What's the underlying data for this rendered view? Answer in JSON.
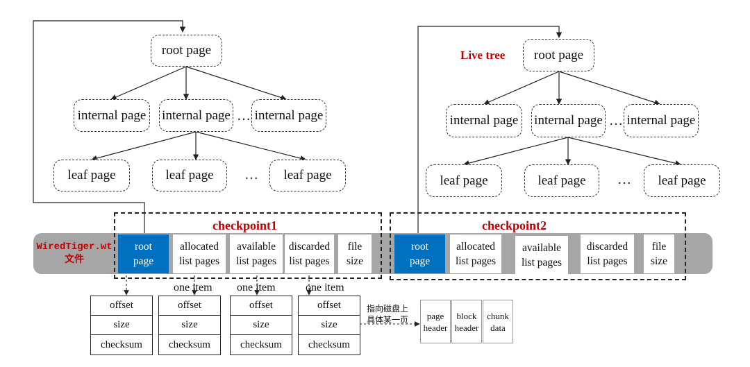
{
  "left_tree": {
    "root": "root page",
    "internal": [
      "internal page",
      "internal page",
      "internal page"
    ],
    "leaves": [
      "leaf page",
      "leaf page",
      "leaf page"
    ],
    "ellipsis": "…"
  },
  "right_tree": {
    "title": "Live tree",
    "root": "root page",
    "internal": [
      "internal page",
      "internal page",
      "internal page"
    ],
    "leaves": [
      "leaf page",
      "leaf page",
      "leaf page"
    ],
    "ellipsis": "…"
  },
  "file": {
    "name_line1": "WiredTiger.wt",
    "name_line2": "文件"
  },
  "checkpoints": [
    {
      "label": "checkpoint1",
      "cells": [
        "root\npage",
        "allocated\nlist pages",
        "available\nlist pages",
        "discarded\nlist pages",
        "file\nsize"
      ]
    },
    {
      "label": "checkpoint2",
      "cells": [
        "root\npage",
        "allocated\nlist pages",
        "available\nlist pages",
        "discarded\nlist pages",
        "file\nsize"
      ]
    }
  ],
  "items": {
    "label": "one item",
    "fields": [
      "offset",
      "size",
      "checksum"
    ]
  },
  "note": "指向磁盘上\n具体某一页",
  "disk_page": [
    "page\nheader",
    "block\nheader",
    "chunk\ndata"
  ],
  "colors": {
    "accent_red": "#c00000",
    "root_blue": "#0070c0",
    "bar_gray": "#a6a6a6"
  }
}
